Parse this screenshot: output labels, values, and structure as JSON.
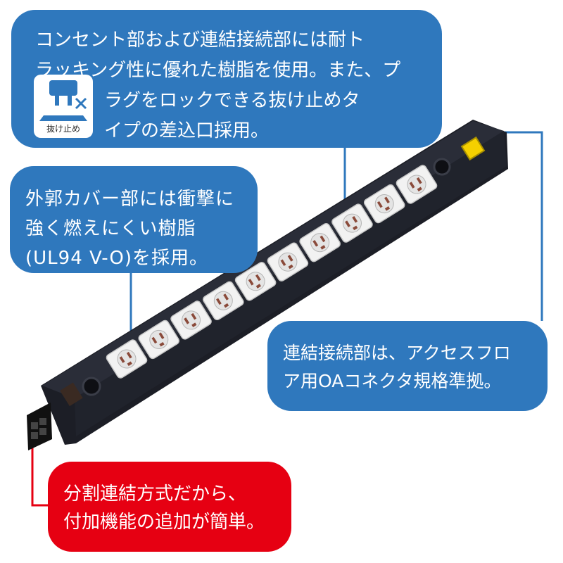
{
  "callouts": {
    "top": {
      "line1": "コンセント部および連結接続部には耐ト",
      "line2": "ラッキング性に優れた樹脂を使用。また、プ",
      "line3": "ラグをロックできる抜け止めタ",
      "line4": "イプの差込口採用。"
    },
    "left": {
      "line1": "外郭カバー部には衝撃に",
      "line2": "強く燃えにくい樹脂",
      "line3": "(UL94 V-O)を採用。"
    },
    "right": {
      "line1": "連結接続部は、アクセスフロ",
      "line2": "ア用OAコネクタ規格準拠。"
    },
    "bottom": {
      "line1": "分割連結方式だから、",
      "line2": "付加機能の追加が簡単。"
    }
  },
  "badge": {
    "label": "抜け止め",
    "icon": "plug-lock-icon"
  },
  "product": {
    "outlet_count": 10,
    "body_color": "#2a2d38",
    "outlet_color": "#f2f2f2",
    "switch_color": "#f5d000"
  },
  "colors": {
    "callout_blue": "#2f78bd",
    "callout_red": "#e60012",
    "leader_line_blue": "#2f78bd"
  }
}
